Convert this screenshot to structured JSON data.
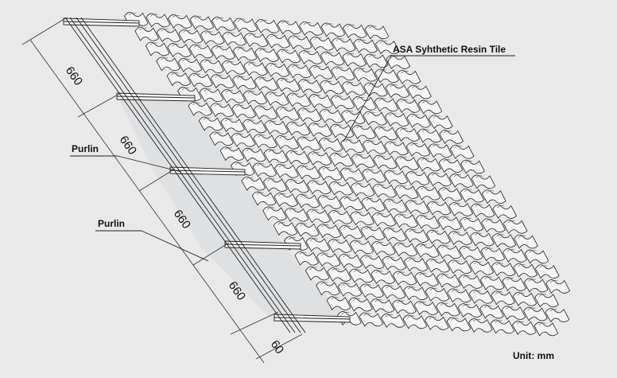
{
  "labels": {
    "tile": "ASA Syhthetic Resin Tile",
    "purlin_1": "Purlin",
    "purlin_2": "Purlin",
    "unit": "Unit: mm"
  },
  "dimensions": [
    "660",
    "660",
    "660",
    "660",
    "60"
  ]
}
